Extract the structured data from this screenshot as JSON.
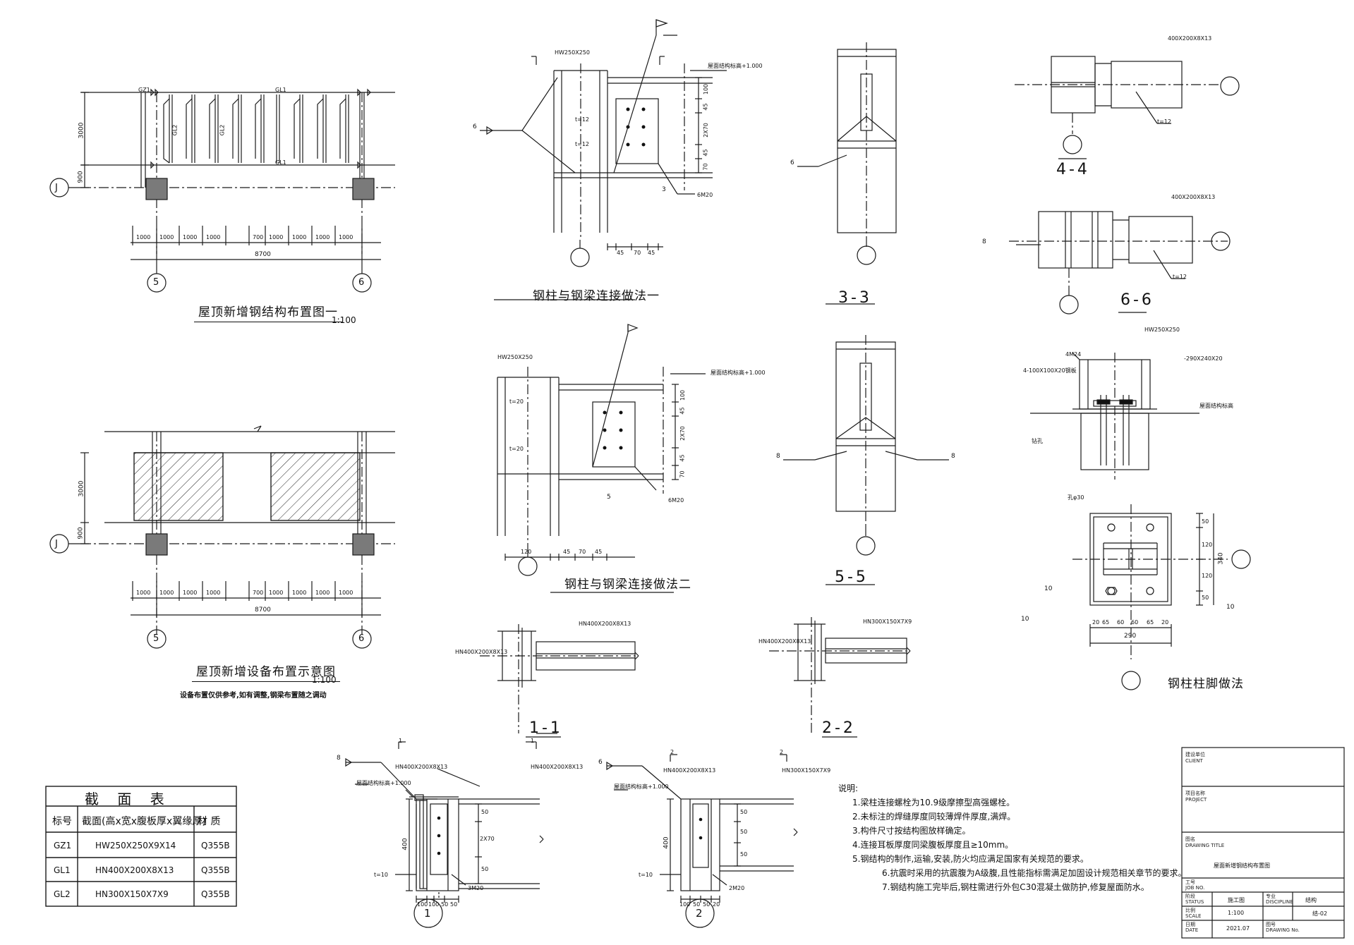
{
  "drawings": {
    "plan1": {
      "title": "屋顶新增钢结构布置图一",
      "scale": "1:100",
      "axis_row": "J",
      "axis_cols": [
        "5",
        "6"
      ],
      "dims_bottom": [
        "1000",
        "1000",
        "1000",
        "1000",
        "700",
        "1000",
        "1000",
        "1000",
        "1000"
      ],
      "dim_total": "8700",
      "dim_v_top": "3000",
      "dim_v_bottom": "900",
      "beam_labels": [
        "GL1",
        "GL2",
        "GZ1"
      ]
    },
    "plan2": {
      "title": "屋顶新增设备布置示意图",
      "scale": "1:100",
      "note": "设备布置仅供参考,如有调整,钢梁布置随之调动",
      "axis_row": "J",
      "axis_cols": [
        "5",
        "6"
      ],
      "dims_bottom": [
        "1000",
        "1000",
        "1000",
        "1000",
        "700",
        "1000",
        "1000",
        "1000",
        "1000"
      ],
      "dim_total": "8700",
      "dim_v_top": "3000",
      "dim_v_bottom": "900"
    },
    "detail1": {
      "title": "钢柱与钢梁连接做法一",
      "section": "HW250X250",
      "elev": "屋面结构标高+1.000",
      "dims_v": [
        "100",
        "45",
        "2X70",
        "45",
        "70"
      ],
      "dims_h": [
        "45",
        "70",
        "45"
      ],
      "bolts": "6M20",
      "plate": "t=12",
      "cut": "6",
      "cut_ref": "3"
    },
    "detail2": {
      "title": "钢柱与钢梁连接做法二",
      "section": "HW250X250",
      "elev": "屋面结构标高+1.000",
      "dims_v": [
        "100",
        "45",
        "2X70",
        "45",
        "70"
      ],
      "dims_h": [
        "120",
        "45",
        "70",
        "45"
      ],
      "bolts": "6M20",
      "plate": "t=20",
      "cut_ref": "5"
    },
    "sec33": {
      "title": "3-3",
      "cut": "6"
    },
    "sec55": {
      "title": "5-5",
      "cut": "8"
    },
    "sec44": {
      "title": "4-4",
      "beam": "400X200X8X13",
      "plate": "t=12"
    },
    "sec66": {
      "title": "6-6",
      "beam": "400X200X8X13",
      "plate": "t=12",
      "cut": "8"
    },
    "sec11": {
      "title": "1-1",
      "beam": "HN400X200X8X13",
      "col": "HN400X200X8X13"
    },
    "sec22": {
      "title": "2-2",
      "beam": "HN300X150X7X9",
      "col": "HN400X200X8X13"
    },
    "base": {
      "title": "钢柱柱脚做法",
      "col": "HW250X250",
      "bolts": "4M24",
      "anchor": "4-100X100X20钢板",
      "anchor2": "钻孔",
      "plate": "-290X240X20",
      "elev": "屋面结构标高",
      "hole": "孔φ30",
      "dims_v": [
        "50",
        "120",
        "120",
        "50"
      ],
      "dims_h": [
        "20",
        "65",
        "60",
        "60",
        "65",
        "20"
      ],
      "total_w": "290",
      "total_h": "340",
      "weld": "10"
    },
    "det1": {
      "title": "1",
      "col": "HN400X200X8X13",
      "beam": "HN400X200X8X13",
      "elev": "屋面结构标高+1.000",
      "dim": "400",
      "dims": [
        "50",
        "2X70",
        "50"
      ],
      "dims_h": [
        "100",
        "100",
        "50",
        "50"
      ],
      "bolts": "3M20",
      "plate": "t=10",
      "cut": "1",
      "cut_no": "8"
    },
    "det2": {
      "title": "2",
      "col": "HN400X200X8X13",
      "beam": "HN300X150X7X9",
      "elev": "屋面结构标高+1.000",
      "dim": "400",
      "dims": [
        "50",
        "50",
        "50"
      ],
      "dims_h": [
        "100",
        "50",
        "50",
        "20"
      ],
      "bolts": "2M20",
      "plate": "t=10",
      "cut": "2",
      "cut_no": "6"
    }
  },
  "table": {
    "title": "截 面 表",
    "headers": [
      "标号",
      "截面(高x宽x腹板厚x翼缘厚)",
      "材 质"
    ],
    "rows": [
      [
        "GZ1",
        "HW250X250X9X14",
        "Q355B"
      ],
      [
        "GL1",
        "HN400X200X8X13",
        "Q355B"
      ],
      [
        "GL2",
        "HN300X150X7X9",
        "Q355B"
      ]
    ]
  },
  "notes": {
    "heading": "说明:",
    "items": [
      "1.梁柱连接螺栓为10.9级摩擦型高强螺栓。",
      "2.未标注的焊缝厚度同较薄焊件厚度,满焊。",
      "3.构件尺寸按结构图放样确定。",
      "4.连接耳板厚度同梁腹板厚度且≥10mm。",
      "5.钢结构的制作,运输,安装,防火均应满足国家有关规范的要求。",
      "6.抗震时采用的抗震腹为A级腹,且性能指标需满足加固设计规范相关章节的要求。",
      "7.钢结构施工完毕后,钢柱需进行外包C30混凝土做防护,修复屋面防水。"
    ]
  },
  "title_block": {
    "client_cn": "建设单位",
    "client_en": "CLIENT",
    "project_cn": "项目名称",
    "project_en": "PROJECT",
    "drawing_title_cn": "图名",
    "drawing_title_en": "DRAWING TITLE",
    "drawing_title_value": "屋面新增钢结构布置图",
    "job_cn": "工号",
    "job_en": "JOB NO.",
    "status_cn": "阶段",
    "status_en": "STATUS",
    "status_value": "施工图",
    "discipline_cn": "专业",
    "discipline_en": "DISCIPLINE",
    "discipline_value": "结构",
    "scale_cn": "比例",
    "scale_en": "SCALE",
    "scale_value": "1:100",
    "drawing_no_cn": "图号",
    "drawing_no_en": "DRAWING No.",
    "drawing_no_value": "结-02",
    "date_cn": "日期",
    "date_en": "DATE",
    "date_value": "2021.07"
  }
}
